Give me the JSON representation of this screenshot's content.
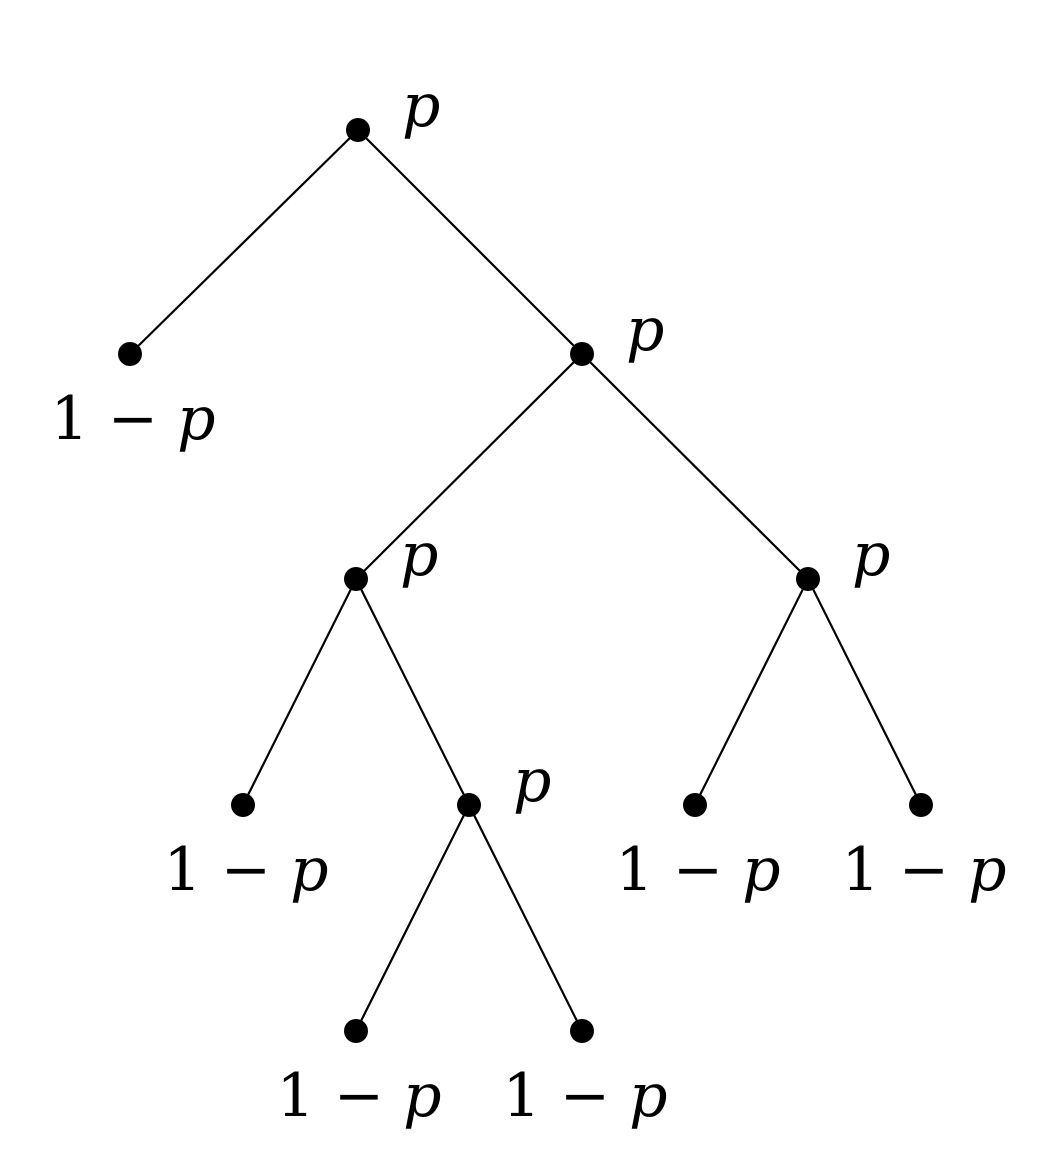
{
  "diagram": {
    "type": "binary-tree",
    "internal_label": "p",
    "leaf_label": "1 − p",
    "colors": {
      "background": "#ffffff",
      "ink": "#000000"
    },
    "nodes": [
      {
        "id": "root",
        "kind": "internal",
        "label": "p"
      },
      {
        "id": "l1-left",
        "kind": "leaf",
        "label": "1 − p"
      },
      {
        "id": "l1-right",
        "kind": "internal",
        "label": "p"
      },
      {
        "id": "l2-left",
        "kind": "internal",
        "label": "p"
      },
      {
        "id": "l2-right",
        "kind": "internal",
        "label": "p"
      },
      {
        "id": "l3-leaf-a",
        "kind": "leaf",
        "label": "1 − p"
      },
      {
        "id": "l3-inner",
        "kind": "internal",
        "label": "p"
      },
      {
        "id": "l3-leaf-b",
        "kind": "leaf",
        "label": "1 − p"
      },
      {
        "id": "l3-leaf-c",
        "kind": "leaf",
        "label": "1 − p"
      },
      {
        "id": "l4-leaf-a",
        "kind": "leaf",
        "label": "1 − p"
      },
      {
        "id": "l4-leaf-b",
        "kind": "leaf",
        "label": "1 − p"
      }
    ],
    "edges": [
      {
        "from": "root",
        "to": "l1-left"
      },
      {
        "from": "root",
        "to": "l1-right"
      },
      {
        "from": "l1-right",
        "to": "l2-left"
      },
      {
        "from": "l1-right",
        "to": "l2-right"
      },
      {
        "from": "l2-left",
        "to": "l3-leaf-a"
      },
      {
        "from": "l2-left",
        "to": "l3-inner"
      },
      {
        "from": "l2-right",
        "to": "l3-leaf-b"
      },
      {
        "from": "l2-right",
        "to": "l3-leaf-c"
      },
      {
        "from": "l3-inner",
        "to": "l4-leaf-a"
      },
      {
        "from": "l3-inner",
        "to": "l4-leaf-b"
      }
    ]
  }
}
